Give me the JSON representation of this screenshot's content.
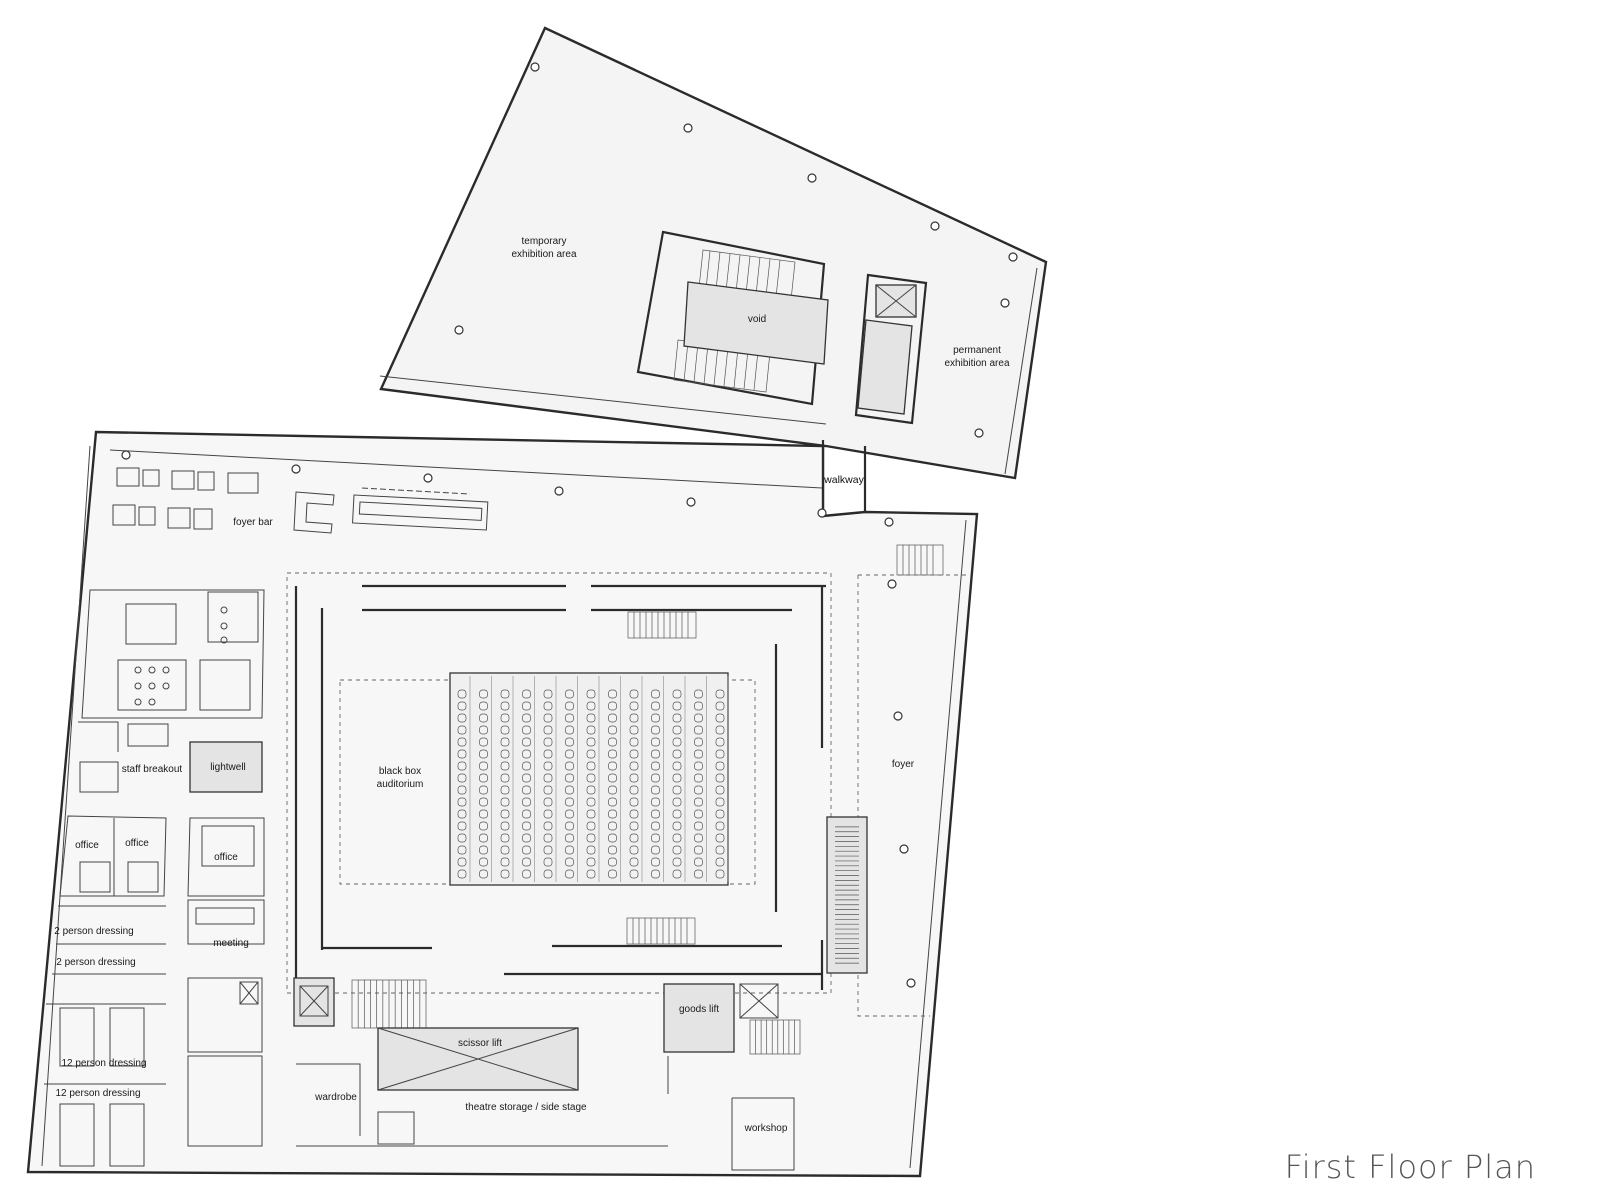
{
  "title": "First Floor Plan",
  "labels": {
    "temporary_exhibition": [
      "temporary",
      "exhibition area"
    ],
    "void": "void",
    "permanent_exhibition": [
      "permanent",
      "exhibition area"
    ],
    "walkway": "walkway",
    "foyer_bar": "foyer bar",
    "black_box": [
      "black box",
      "auditorium"
    ],
    "foyer": "foyer",
    "staff_breakout": "staff breakout",
    "lightwell": "lightwell",
    "office_1": "office",
    "office_2": "office",
    "office_3": "office",
    "meeting": "meeting",
    "dressing_2a": "2 person dressing",
    "dressing_2b": "2 person dressing",
    "dressing_12a": "12 person dressing",
    "dressing_12b": "12 person dressing",
    "goods_lift": "goods lift",
    "scissor_lift": "scissor lift",
    "wardrobe": "wardrobe",
    "theatre_storage": "theatre storage / side stage",
    "workshop": "workshop"
  },
  "auditorium": {
    "seat_columns": 13,
    "seats_per_column": 16
  }
}
